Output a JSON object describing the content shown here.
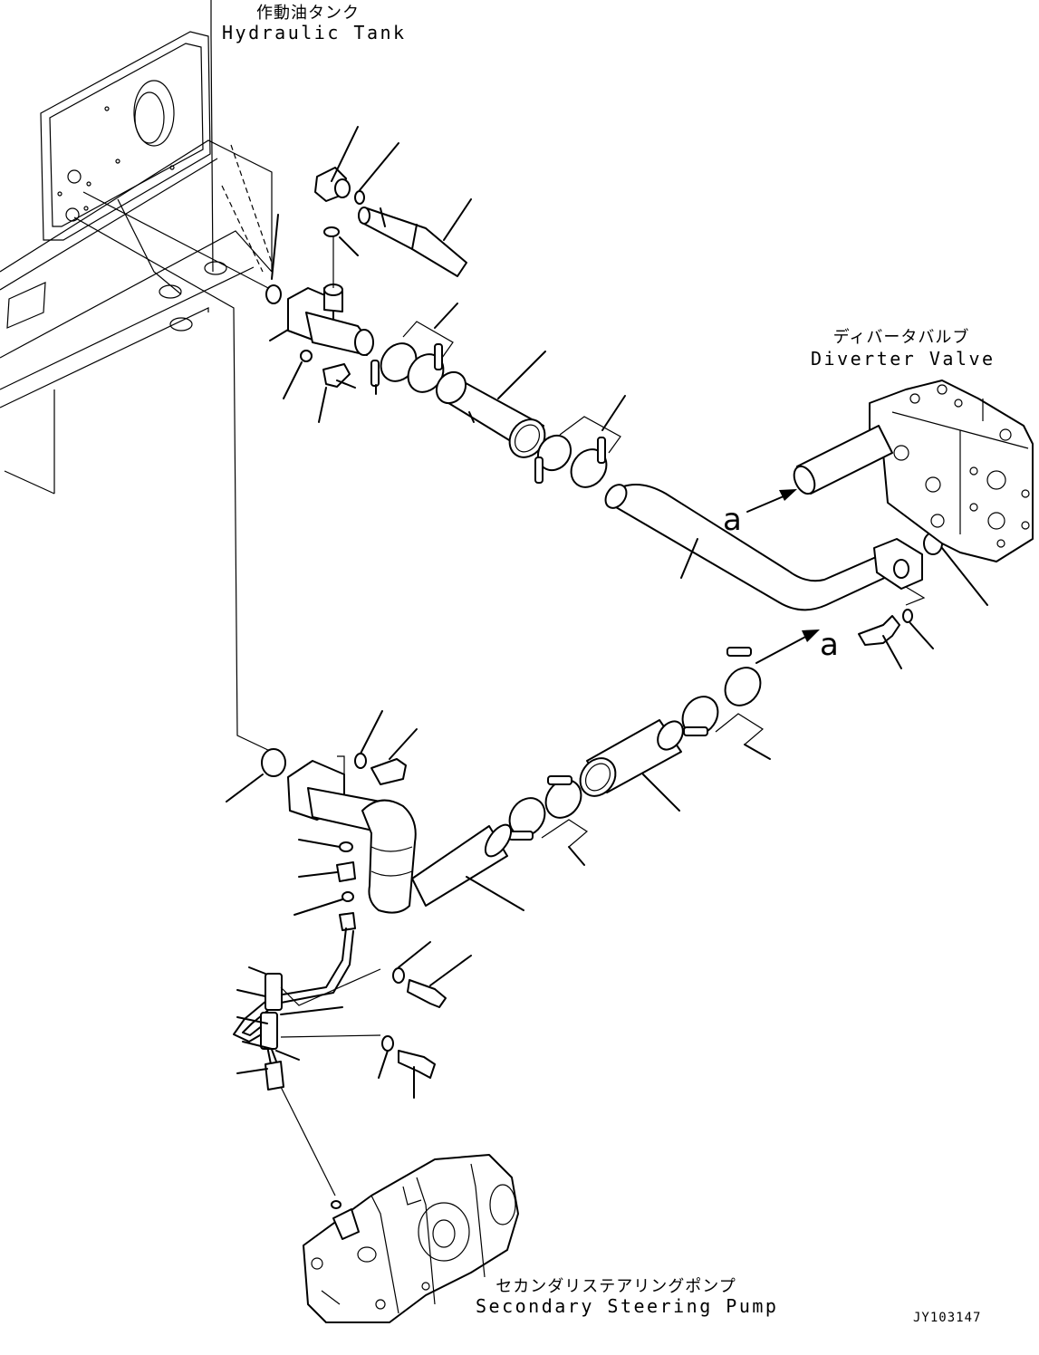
{
  "labels": {
    "hydraulic_tank_jp": "作動油タンク",
    "hydraulic_tank_en": "Hydraulic Tank",
    "diverter_valve_jp": "ディバータバルブ",
    "diverter_valve_en": "Diverter Valve",
    "secondary_pump_jp": "セカンダリステアリングポンプ",
    "secondary_pump_en": "Secondary Steering Pump"
  },
  "connection_markers": {
    "upper": "a",
    "lower": "a"
  },
  "drawing_code": "JY103147"
}
